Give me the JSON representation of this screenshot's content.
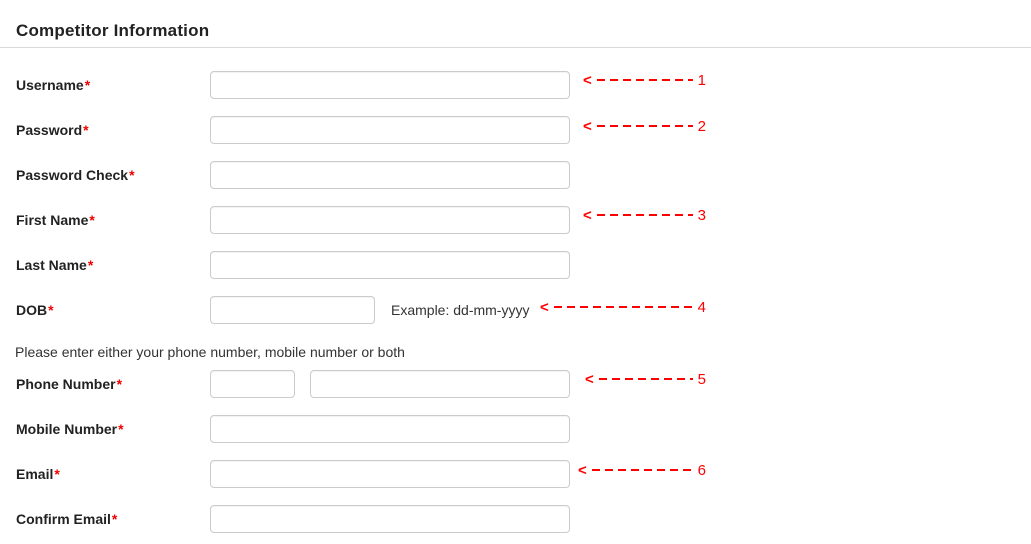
{
  "header": {
    "title": "Competitor Information"
  },
  "required_mark": "*",
  "note": "Please enter either your phone number, mobile number or both",
  "fields": [
    {
      "label": "Username",
      "required": true,
      "value": ""
    },
    {
      "label": "Password",
      "required": true,
      "value": ""
    },
    {
      "label": "Password Check",
      "required": true,
      "value": ""
    },
    {
      "label": "First Name",
      "required": true,
      "value": ""
    },
    {
      "label": "Last Name",
      "required": true,
      "value": ""
    },
    {
      "label": "DOB",
      "required": true,
      "value": "",
      "hint": "Example: dd-mm-yyyy"
    },
    {
      "label": "Phone Number",
      "required": true,
      "value": "",
      "value2": ""
    },
    {
      "label": "Mobile Number",
      "required": true,
      "value": ""
    },
    {
      "label": "Email",
      "required": true,
      "value": ""
    },
    {
      "label": "Confirm Email",
      "required": true,
      "value": ""
    }
  ],
  "annotations": {
    "head": "<",
    "items": [
      {
        "number": "1",
        "target": "Username"
      },
      {
        "number": "2",
        "target": "Password"
      },
      {
        "number": "3",
        "target": "First Name"
      },
      {
        "number": "4",
        "target": "DOB"
      },
      {
        "number": "5",
        "target": "Phone Number"
      },
      {
        "number": "6",
        "target": "Email"
      }
    ]
  },
  "colors": {
    "annotation_red": "#ff0000",
    "required_red": "#ee0000",
    "label_text": "#222222",
    "body_text": "#333333",
    "input_border": "#cbcbcb",
    "divider": "#d9d9d9",
    "background": "#ffffff"
  }
}
